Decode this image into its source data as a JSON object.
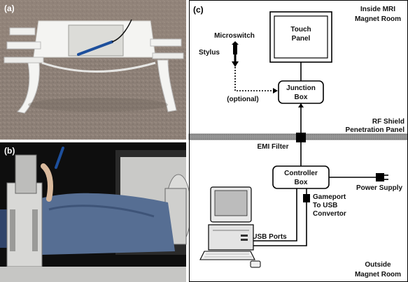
{
  "panels": {
    "a": {
      "letter": "(a)"
    },
    "b": {
      "letter": "(b)"
    },
    "c": {
      "letter": "(c)"
    }
  },
  "diagram": {
    "inside_label_1": "Inside MRI",
    "inside_label_2": "Magnet Room",
    "outside_label_1": "Outside",
    "outside_label_2": "Magnet Room",
    "touch_panel_1": "Touch",
    "touch_panel_2": "Panel",
    "microswitch": "Microswitch",
    "stylus": "Stylus",
    "optional": "(optional)",
    "junction_1": "Junction",
    "junction_2": "Box",
    "rf_shield_1": "RF Shield",
    "rf_shield_2": "Penetration Panel",
    "emi_filter": "EMI Filter",
    "controller_1": "Controller",
    "controller_2": "Box",
    "power_supply": "Power Supply",
    "gameport_1": "Gameport",
    "gameport_2": "To USB",
    "gameport_3": "Convertor",
    "usb_ports": "USB Ports"
  },
  "colors": {
    "photo_a_bg": "#8a7d74",
    "photo_b_bg": "#111111",
    "shield_band": "#9a9a9a"
  }
}
